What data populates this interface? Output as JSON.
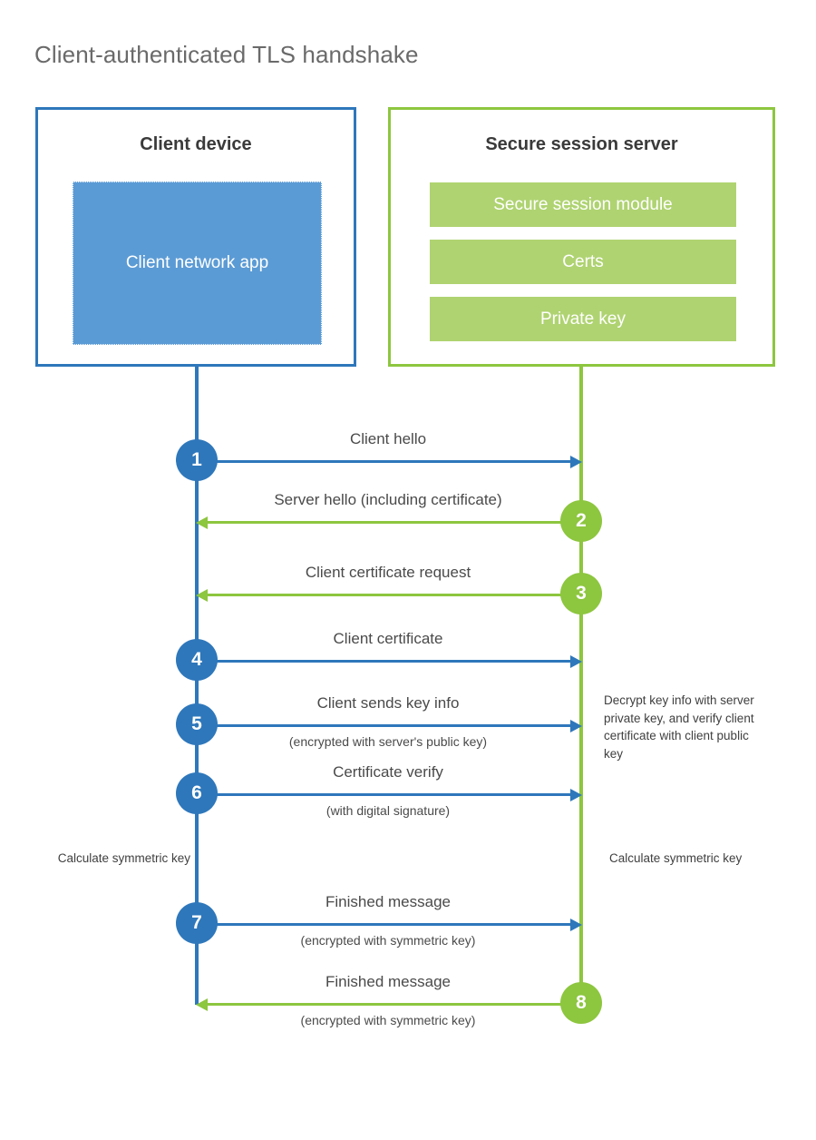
{
  "page": {
    "title": "Client-authenticated TLS handshake"
  },
  "colors": {
    "client_blue": "#2E77BB",
    "client_app_blue": "#5B9BD5",
    "server_green": "#8DC63F",
    "server_bar_green": "#AFD371",
    "title_gray": "#6a6a6a",
    "text_gray": "#4a4a4a"
  },
  "client": {
    "title": "Client device",
    "app_label": "Client network app"
  },
  "server": {
    "title": "Secure session server",
    "modules": [
      {
        "label": "Secure session module"
      },
      {
        "label": "Certs"
      },
      {
        "label": "Private key"
      }
    ]
  },
  "notes": {
    "server_decrypt": "Decrypt key info with server private key, and verify client certificate with client public key",
    "client_calculate": "Calculate symmetric key",
    "server_calculate": "Calculate symmetric key"
  },
  "steps": [
    {
      "number": "1",
      "label": "Client hello",
      "sub": "",
      "direction": "client-to-server",
      "origin": "client",
      "color": "blue"
    },
    {
      "number": "2",
      "label": "Server hello (including certificate)",
      "sub": "",
      "direction": "server-to-client",
      "origin": "server",
      "color": "green"
    },
    {
      "number": "3",
      "label": "Client certificate request",
      "sub": "",
      "direction": "server-to-client",
      "origin": "server",
      "color": "green"
    },
    {
      "number": "4",
      "label": "Client certificate",
      "sub": "",
      "direction": "client-to-server",
      "origin": "client",
      "color": "blue"
    },
    {
      "number": "5",
      "label": "Client sends key info",
      "sub": "(encrypted with server's public key)",
      "direction": "client-to-server",
      "origin": "client",
      "color": "blue"
    },
    {
      "number": "6",
      "label": "Certificate verify",
      "sub": "(with digital signature)",
      "direction": "client-to-server",
      "origin": "client",
      "color": "blue"
    },
    {
      "number": "7",
      "label": "Finished message",
      "sub": "(encrypted with symmetric key)",
      "direction": "client-to-server",
      "origin": "client",
      "color": "blue"
    },
    {
      "number": "8",
      "label": "Finished message",
      "sub": "(encrypted with symmetric key)",
      "direction": "server-to-client",
      "origin": "server",
      "color": "green"
    }
  ],
  "layout": {
    "step_y": [
      507,
      574,
      654,
      727,
      798,
      874,
      1017,
      1105
    ]
  }
}
